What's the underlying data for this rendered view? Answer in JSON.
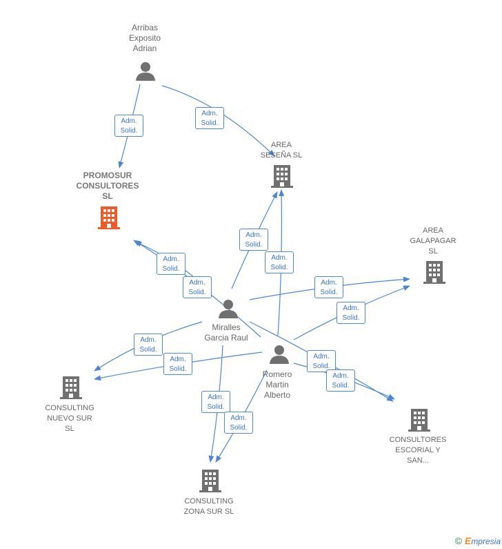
{
  "people": {
    "arribas": "Arribas\nExposito\nAdrian",
    "miralles": "Miralles\nGarcia Raul",
    "romero": "Romero\nMartin\nAlberto"
  },
  "companies": {
    "promosur": "PROMOSUR\nCONSULTORES\nSL",
    "area_sesena": "AREA\nSESEÑA  SL",
    "area_galapagar": "AREA\nGALAPAGAR\nSL",
    "consulting_nuevo_sur": "CONSULTING\nNUEVO SUR\nSL",
    "consultores_escorial": "CONSULTORES\nESCORIAL Y\nSAN...",
    "consulting_zona_sur": "CONSULTING\nZONA SUR  SL"
  },
  "edge_label_line1": "Adm.",
  "edge_label_line2": "Solid.",
  "colors": {
    "edge": "#4a86d4",
    "node_icon": "#707070",
    "main_company": "#f05a28"
  },
  "footer": {
    "copyright": "©",
    "brand_initial": "E",
    "brand_rest": "mpresia"
  }
}
